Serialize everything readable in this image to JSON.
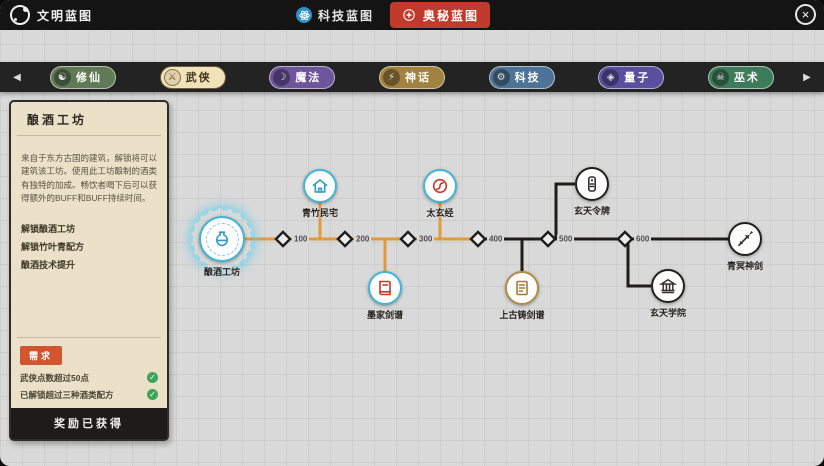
{
  "window": {
    "title": "文明蓝图",
    "close_glyph": "×"
  },
  "top_tabs": [
    {
      "label": "科技蓝图",
      "icon": "atom-icon",
      "active": false
    },
    {
      "label": "奥秘蓝图",
      "icon": "compass-icon",
      "active": true,
      "active_color": "#c23a2c"
    }
  ],
  "category_bar": {
    "left_glyph": "◀",
    "right_glyph": "▶",
    "categories": [
      {
        "label": "修仙",
        "icon_glyph": "☯",
        "color": "#5f7a55",
        "selected": false
      },
      {
        "label": "武侠",
        "icon_glyph": "⚔",
        "color": "#f1e2ba",
        "selected": true
      },
      {
        "label": "魔法",
        "icon_glyph": "☽",
        "color": "#6d549b",
        "selected": false
      },
      {
        "label": "神话",
        "icon_glyph": "⚡",
        "color": "#a2823f",
        "selected": false
      },
      {
        "label": "科技",
        "icon_glyph": "⚙",
        "color": "#4d7396",
        "selected": false
      },
      {
        "label": "量子",
        "icon_glyph": "◈",
        "color": "#5a4f9e",
        "selected": false
      },
      {
        "label": "巫术",
        "icon_glyph": "☠",
        "color": "#3e7b5a",
        "selected": false
      }
    ]
  },
  "panel": {
    "title": "酿酒工坊",
    "description": "来自于东方古国的建筑，解锁将可以建筑该工坊。使用此工坊酿制的酒类有独特的加成。畅饮者喝下后可以获得额外的BUFF和BUFF持续时间。",
    "unlocks": [
      "解锁酿酒工坊",
      "解锁竹叶青配方",
      "酿酒技术提升"
    ],
    "requirements_label": "需求",
    "requirements": [
      {
        "text": "武侠点数超过50点",
        "met_glyph": "✓"
      },
      {
        "text": "已解锁超过三种酒类配方",
        "met_glyph": "✓"
      }
    ],
    "footer": "奖励已获得"
  },
  "tree": {
    "milestones": [
      "100",
      "200",
      "300",
      "400",
      "500",
      "600"
    ],
    "path_colors": {
      "unlocked": "#e09a3c",
      "locked": "#1f1d1a"
    },
    "nodes": [
      {
        "name": "酿酒工坊",
        "icon": "brewery-icon",
        "state": "selected",
        "accent": "#3fb6d9"
      },
      {
        "name": "青竹民宅",
        "icon": "house-icon",
        "state": "unlocked",
        "accent": "#3fb6d9"
      },
      {
        "name": "墨家剑谱",
        "icon": "book-icon",
        "state": "unlocked",
        "accent": "#3fb6d9"
      },
      {
        "name": "太玄经",
        "icon": "scroll-icon",
        "state": "unlocked",
        "accent": "#3fb6d9"
      },
      {
        "name": "上古铸剑谱",
        "icon": "manual-icon",
        "state": "available",
        "accent": "#b08d47"
      },
      {
        "name": "玄天令牌",
        "icon": "token-icon",
        "state": "locked",
        "accent": "#23211e"
      },
      {
        "name": "玄天学院",
        "icon": "academy-icon",
        "state": "locked",
        "accent": "#23211e"
      },
      {
        "name": "青冥神剑",
        "icon": "sword-icon",
        "state": "locked",
        "accent": "#23211e"
      }
    ]
  }
}
